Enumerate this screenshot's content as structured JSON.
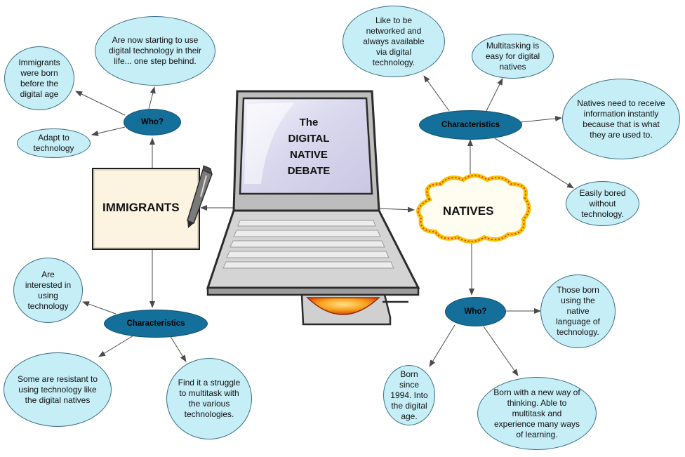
{
  "diagram": {
    "screen_title": "The\nDIGITAL\nNATIVE\nDEBATE",
    "immigrants": {
      "label": "IMMIGRANTS",
      "who": {
        "label": "Who?",
        "items": [
          "Are now starting to use digital technology in their life... one step behind.",
          "Immigrants were born before the digital age",
          "Adapt to technology"
        ]
      },
      "characteristics": {
        "label": "Characteristics",
        "items": [
          "Are interested in using technology",
          "Some are resistant to using technology like the digital natives",
          "Find it a struggle to multitask with the various technologies."
        ]
      }
    },
    "natives": {
      "label": "NATIVES",
      "characteristics": {
        "label": "Characteristics",
        "items": [
          "Like to be networked and always available via digital technology.",
          "Multitasking is easy for digital natives",
          "Natives need to receive information instantly because that is what they are used to.",
          "Easily bored without technology."
        ]
      },
      "who": {
        "label": "Who?",
        "items": [
          "Those born using the native language of technology.",
          "Born since 1994. Into the digital age.",
          "Born with a new way of thinking. Able to multitask and experience many ways of learning."
        ]
      }
    }
  },
  "colors": {
    "bubble_fill": "#c6eef7",
    "node_fill": "#14709a",
    "cloud_border": "#e8322a",
    "cloud_fill": "#ffffff",
    "laptop_body": "#c9c9c9",
    "screen_fill": "#d9d8ee"
  }
}
